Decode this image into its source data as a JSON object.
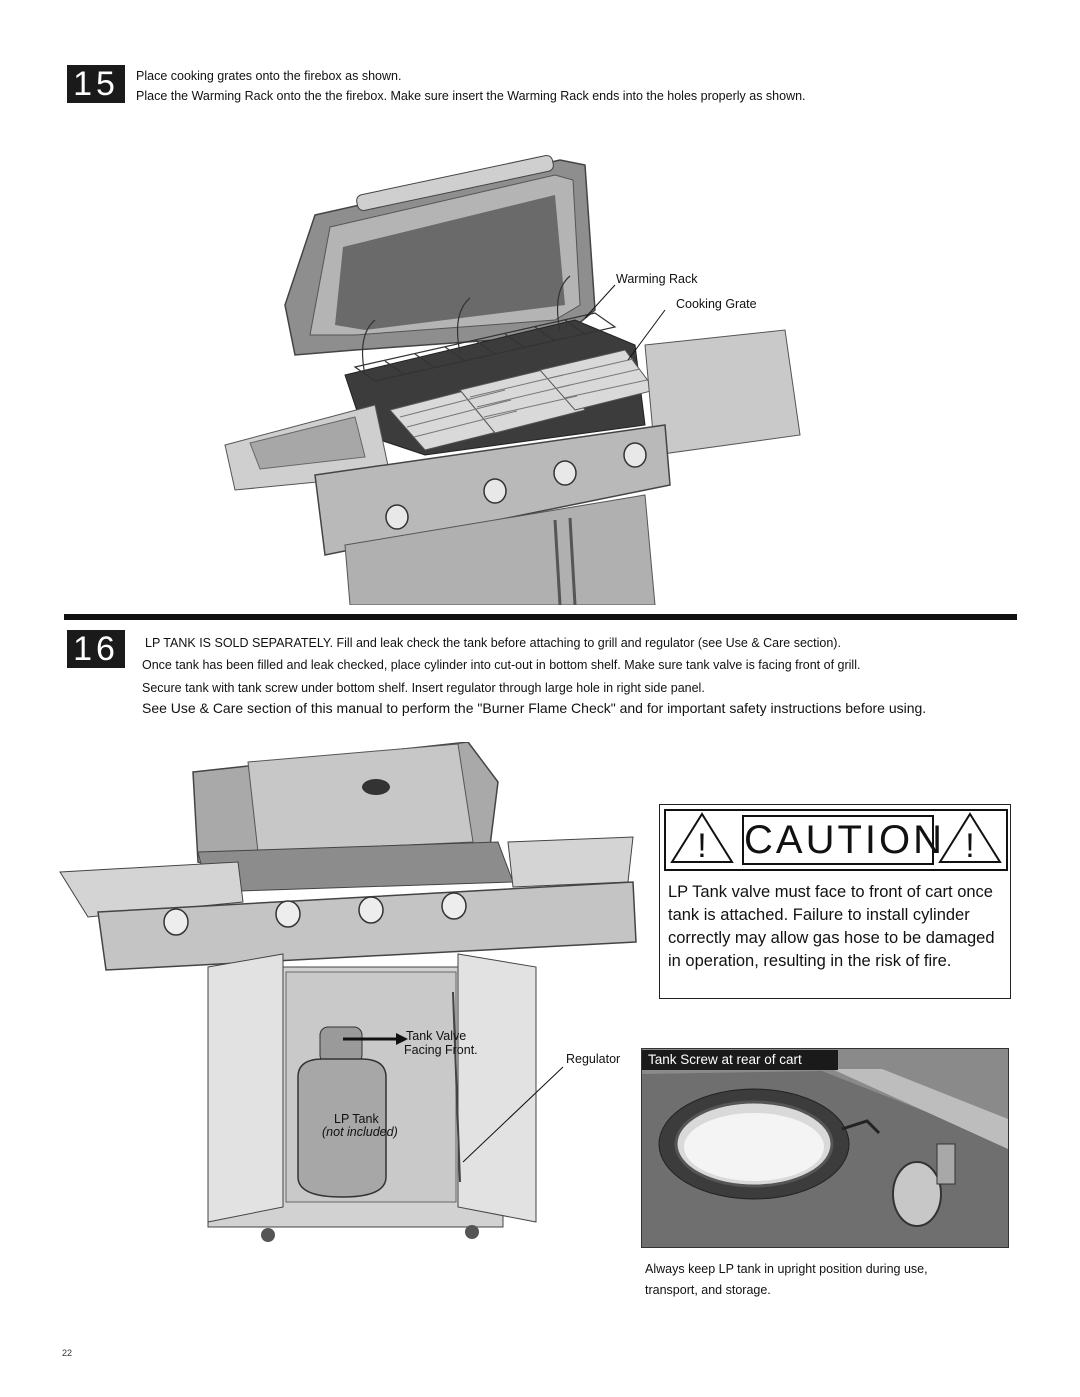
{
  "step15": {
    "number": "15",
    "line1": "Place cooking grates onto the firebox as shown.",
    "line2": "Place the Warming Rack onto the the firebox. Make sure insert the Warming Rack ends into the holes properly as shown.",
    "callout_warming_rack": "Warming Rack",
    "callout_cooking_grate": "Cooking Grate"
  },
  "step16": {
    "number": "16",
    "line1": "LP TANK IS SOLD SEPARATELY. Fill and leak check the tank before attaching to grill and  regulator (see Use & Care section).",
    "line2": "Once tank has been filled and leak checked, place cylinder into cut-out in bottom shelf. Make sure tank valve is facing front of grill.",
    "line3": "Secure tank with tank screw under bottom shelf. Insert regulator through large hole in right side  panel.",
    "line4": "See Use & Care section of this manual to perform the \"Burner Flame Check\" and for important safety instructions before using.",
    "callout_tank_valve_1": "Tank Valve",
    "callout_tank_valve_2": "Facing Front.",
    "callout_lp_tank": "LP Tank",
    "callout_not_included": "(not included)",
    "callout_regulator": "Regulator"
  },
  "caution": {
    "heading": "CAUTION",
    "symbol": "!",
    "body": "LP Tank valve must face to front of cart once tank is attached. Failure to install cylinder correctly may allow gas hose to be damaged in operation, resulting in the risk of fire."
  },
  "inset": {
    "tag": "Tank Screw at rear of cart",
    "caption_1": "Always keep LP tank in upright position during use,",
    "caption_2": "transport, and storage."
  },
  "page_number": "22",
  "icons": [
    "warning-triangle-icon"
  ]
}
